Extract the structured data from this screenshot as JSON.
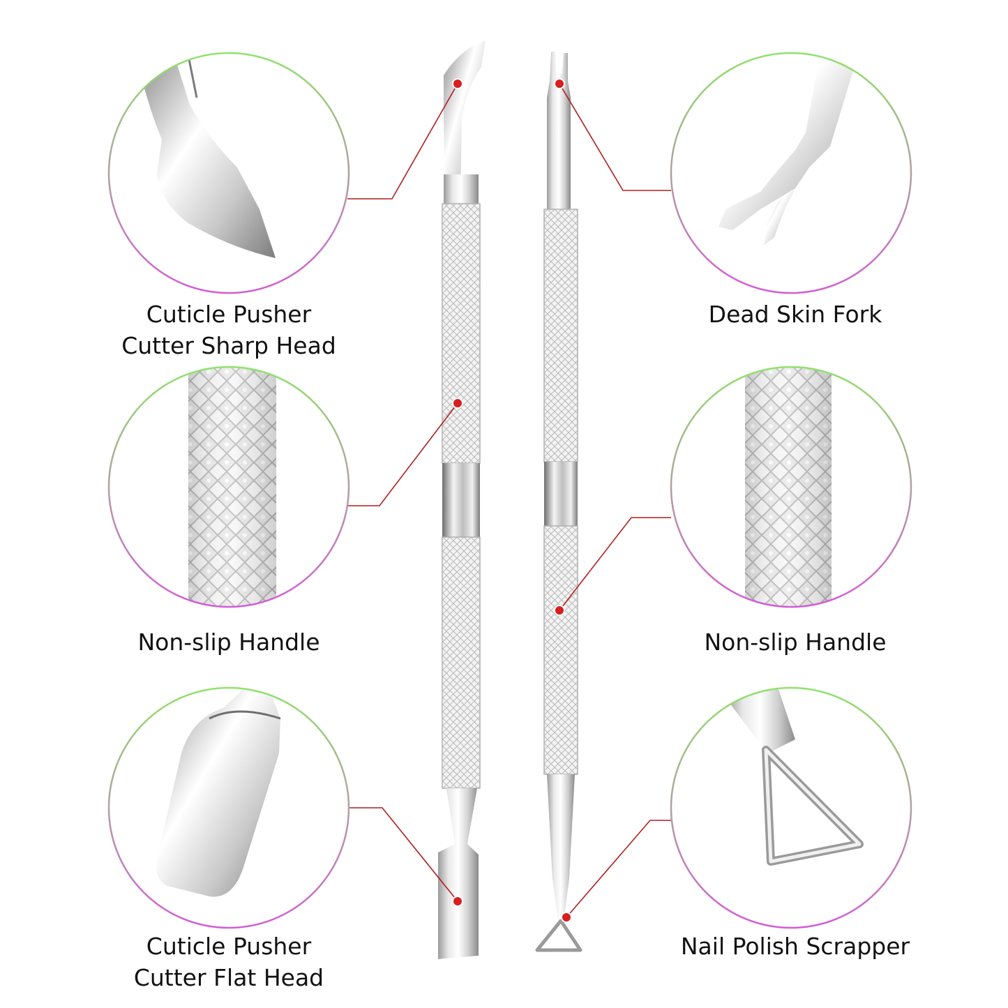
{
  "colors": {
    "background": "#ffffff",
    "ring_top": "#8fe36a",
    "ring_bottom": "#d35cd6",
    "callout_line": "#b01e1e",
    "callout_dot": "#d81e1e",
    "metal_light": "#f2f2f2",
    "metal_dark": "#8a8a8a"
  },
  "callouts": {
    "top_left": {
      "line1": "Cuticle Pusher",
      "line2": "Cutter Sharp Head"
    },
    "middle_left": {
      "line1": "Non-slip Handle"
    },
    "bottom_left": {
      "line1": "Cuticle Pusher",
      "line2": "Cutter Flat Head"
    },
    "top_right": {
      "line1": "Dead Skin Fork"
    },
    "middle_right": {
      "line1": "Non-slip Handle"
    },
    "bottom_right": {
      "line1": "Nail Polish Scrapper"
    }
  }
}
